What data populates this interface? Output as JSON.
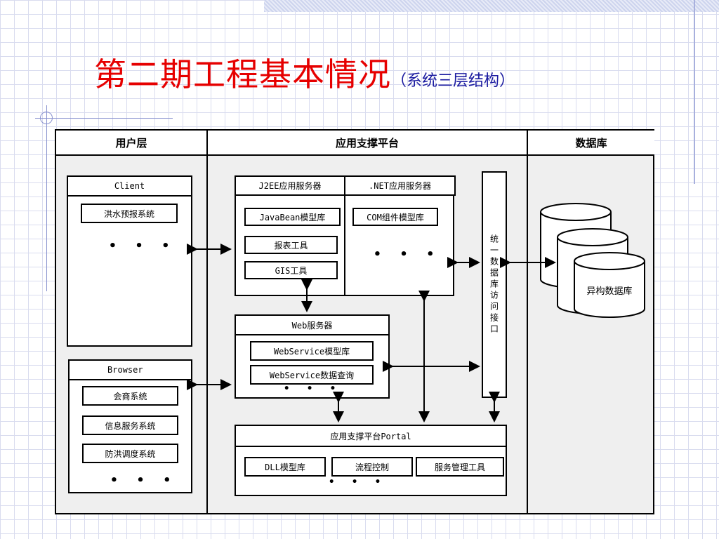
{
  "title": {
    "main": "第二期工程基本情况",
    "sub": "（系统三层结构）"
  },
  "columns": {
    "user": "用户层",
    "platform": "应用支撑平台",
    "db": "数据库"
  },
  "client": {
    "title": "Client",
    "items": [
      "洪水预报系统"
    ],
    "more": "• • •"
  },
  "browser": {
    "title": "Browser",
    "items": [
      "会商系统",
      "信息服务系统",
      "防洪调度系统"
    ],
    "more": "• • •"
  },
  "j2ee": {
    "title": "J2EE应用服务器",
    "items": [
      "JavaBean模型库",
      "报表工具",
      "GIS工具"
    ]
  },
  "dotnet": {
    "title": ".NET应用服务器",
    "items": [
      "COM组件模型库"
    ],
    "more": "• • •"
  },
  "web": {
    "title": "Web服务器",
    "items": [
      "WebService模型库",
      "WebService数据查询"
    ],
    "more": "• • •"
  },
  "portal": {
    "title": "应用支撑平台Portal",
    "items": [
      "DLL模型库",
      "流程控制",
      "服务管理工具"
    ],
    "more": "• • •"
  },
  "access": {
    "label": "统一数据库访问接口"
  },
  "database": {
    "label": "异构数据库"
  }
}
